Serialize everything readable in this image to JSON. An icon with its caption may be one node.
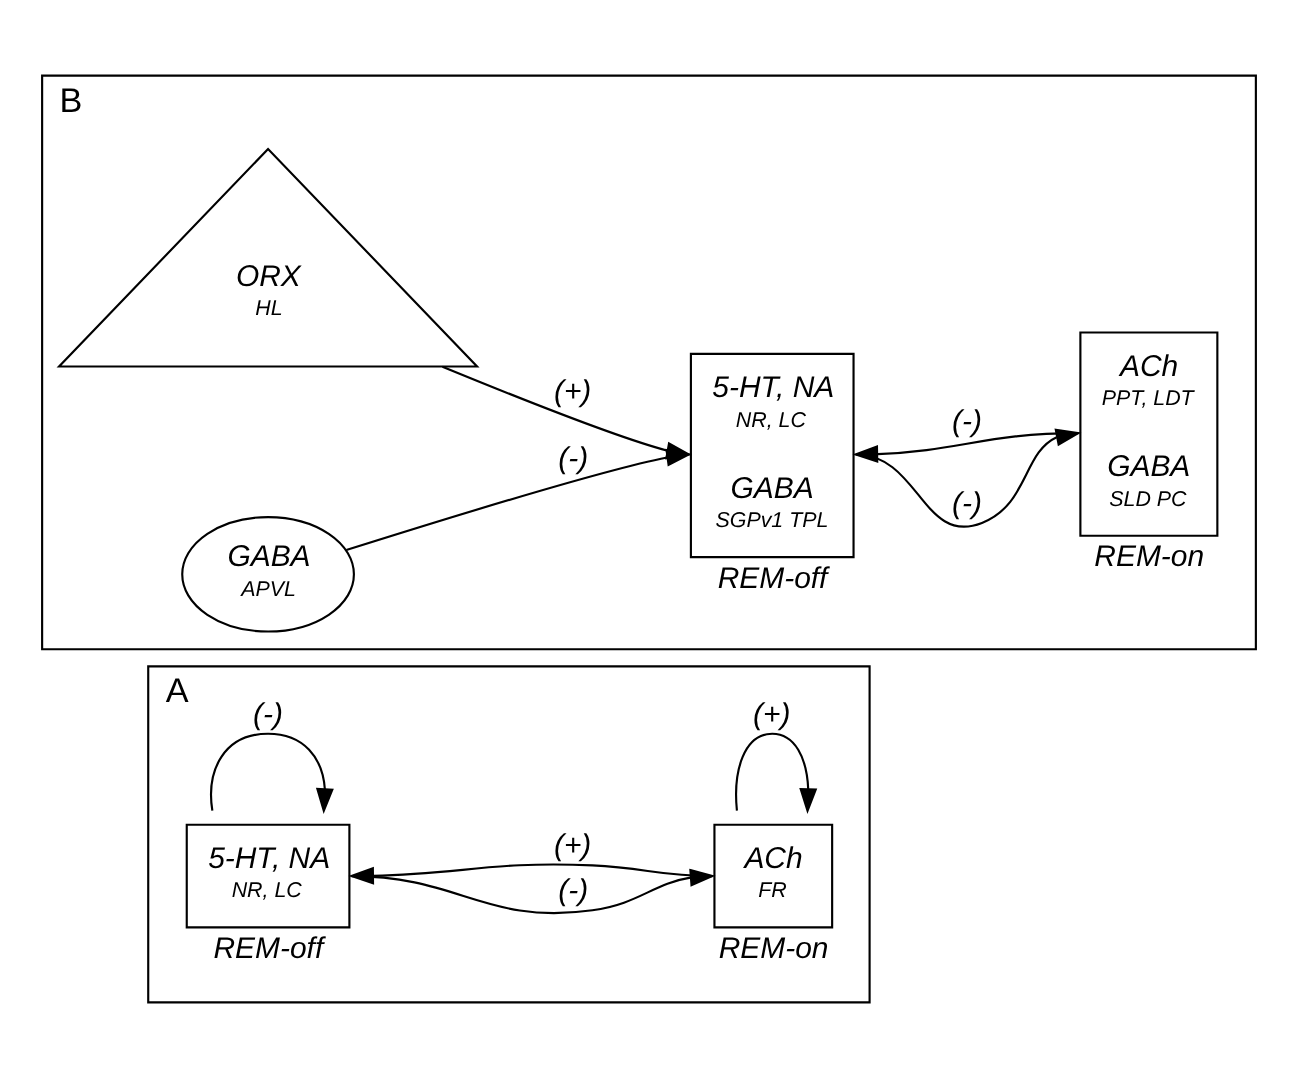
{
  "diagram": {
    "nodes": [
      {
        "text": [
          "A"
        ]
      },
      {
        "text": [
          "5-HT, NA",
          "NR, LC"
        ],
        "in": 0,
        "beside": [
          "REM-off"
        ]
      },
      {
        "text": [
          "ACh",
          "FR"
        ],
        "in": 0,
        "beside": [
          "REM-on"
        ]
      },
      {
        "text": [
          "B"
        ]
      },
      {
        "text": [
          "ORX",
          "HL"
        ],
        "in": 3
      },
      {
        "text": [
          "5-HT, NA",
          "NR, LC",
          "GABA",
          "SGPv1 TPL"
        ],
        "in": 3,
        "beside": [
          "REM-off"
        ]
      },
      {
        "text": [
          "ACh",
          "PPT, LDT",
          "GABA",
          "SLD PC"
        ],
        "in": 3,
        "beside": [
          "REM-on"
        ]
      },
      {
        "text": [
          "GABA",
          "APVL"
        ],
        "in": 3
      }
    ],
    "edges": [
      {
        "from": 2,
        "to": 1,
        "arrow": "to",
        "label": "(+)"
      },
      {
        "from": 2,
        "to": 2,
        "arrow": "to",
        "label": "(+)"
      },
      {
        "from": 1,
        "to": 2,
        "arrow": "to",
        "label": "(-)"
      },
      {
        "from": 1,
        "to": 1,
        "arrow": "to",
        "label": "(-)"
      },
      {
        "from": 4,
        "to": 5,
        "arrow": "to",
        "label": "(+)"
      },
      {
        "from": 5,
        "to": 6,
        "arrow": "to",
        "label": "(-)"
      },
      {
        "from": 7,
        "to": 5,
        "arrow": "to",
        "label": "(-)"
      },
      {
        "from": 6,
        "to": 5,
        "arrow": "to",
        "label": "(-)"
      }
    ]
  }
}
